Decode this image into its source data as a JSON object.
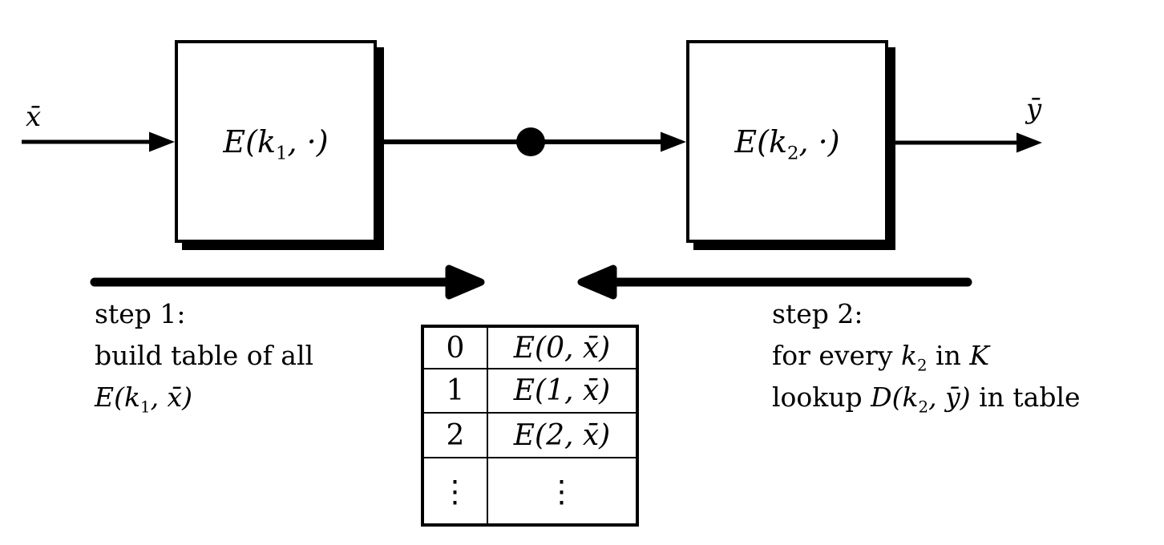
{
  "diagram": {
    "input_label": "x̄",
    "output_label": "ȳ",
    "boxes": [
      {
        "name": "first-encryption-box",
        "pre": "E(k",
        "sub": "1",
        "post": ", ·)"
      },
      {
        "name": "second-encryption-box",
        "pre": "E(k",
        "sub": "2",
        "post": ", ·)"
      }
    ],
    "step1": {
      "line1": "step 1:",
      "line2": "build table of all",
      "math_pre": "E(k",
      "math_sub": "1",
      "math_post": ", x̄)"
    },
    "step2": {
      "line1": "step 2:",
      "line2_a": "for every ",
      "line2_k": "k",
      "line2_sub": "2",
      "line2_b": " in ",
      "line2_set": "K",
      "line3_a": "lookup ",
      "line3_m1": "D(k",
      "line3_sub": "2",
      "line3_m2": ", ȳ)",
      "line3_b": " in table"
    },
    "table": {
      "rows": [
        {
          "key": "0",
          "val": "E(0, x̄)"
        },
        {
          "key": "1",
          "val": "E(1, x̄)"
        },
        {
          "key": "2",
          "val": "E(2, x̄)"
        },
        {
          "key": "⋮",
          "val": "⋮"
        }
      ]
    },
    "colors": {
      "ink": "#000000",
      "background": "#ffffff"
    }
  }
}
